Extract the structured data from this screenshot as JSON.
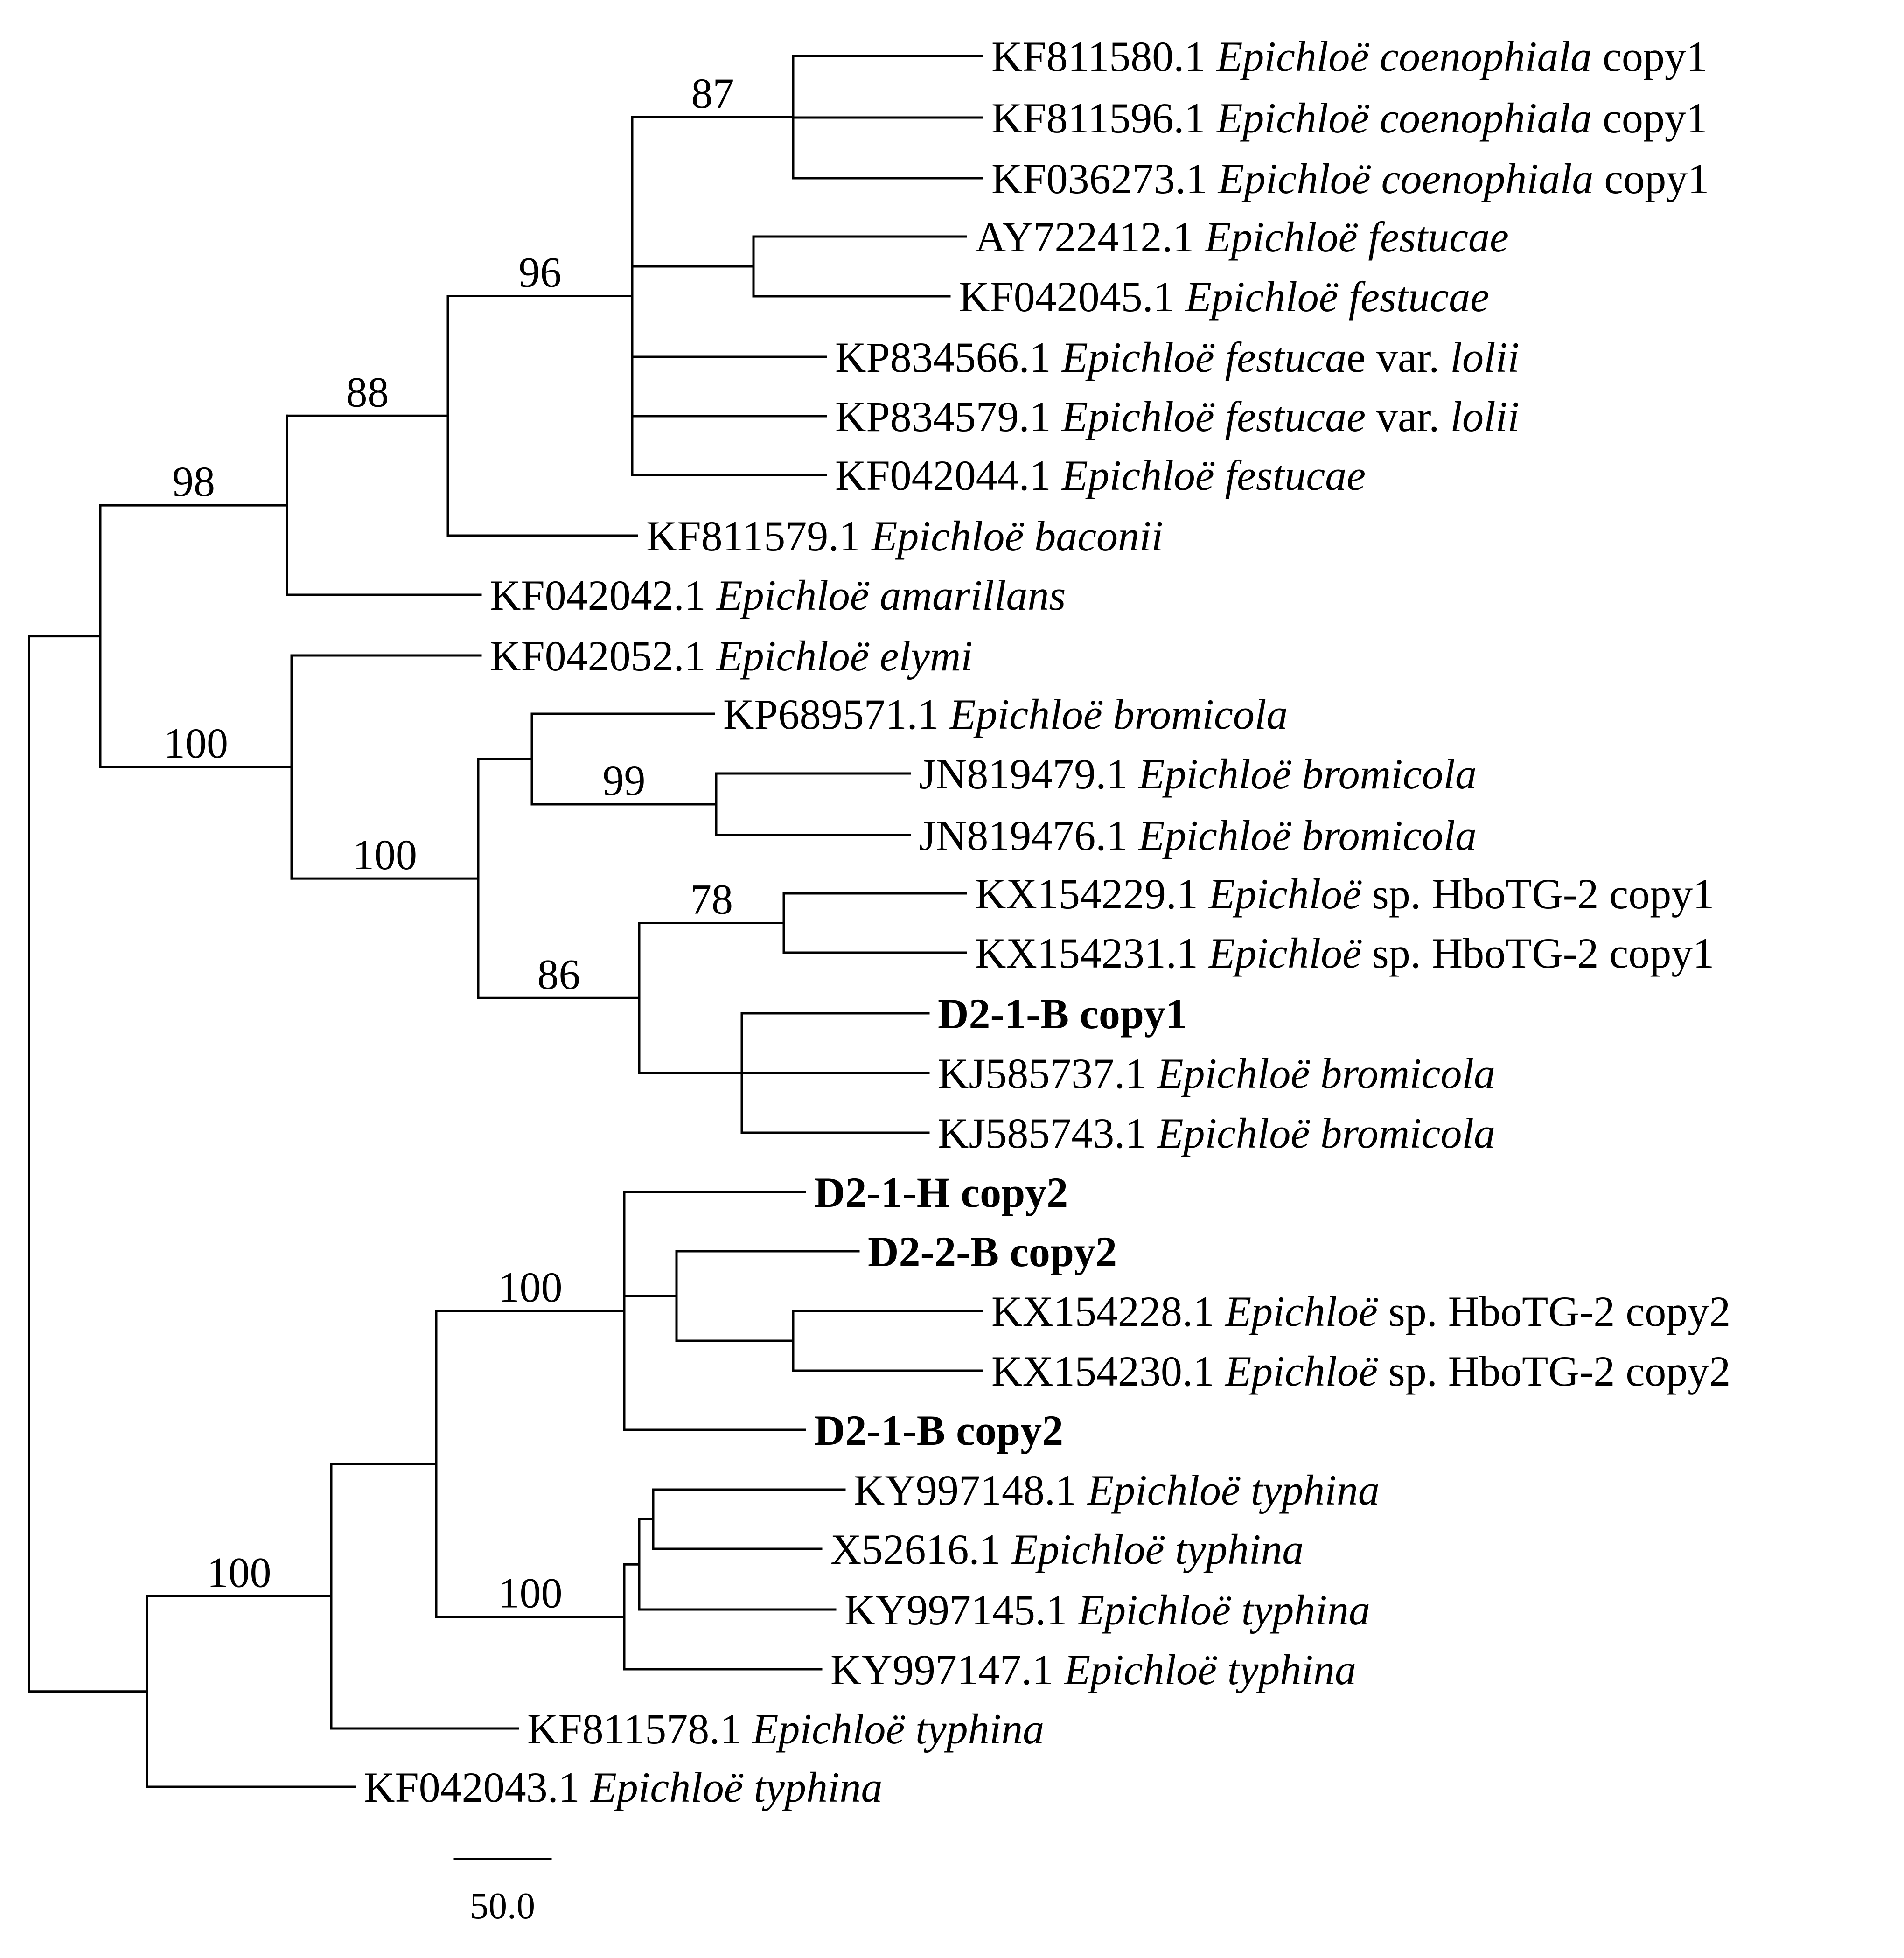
{
  "tree": {
    "leaves": [
      {
        "id": "L1",
        "parts": [
          {
            "t": "KF811580.1 "
          },
          {
            "t": "Epichloë coenophiala",
            "s": "i"
          },
          {
            "t": " copy1"
          }
        ]
      },
      {
        "id": "L2",
        "parts": [
          {
            "t": "KF811596.1 "
          },
          {
            "t": "Epichloë coenophiala",
            "s": "i"
          },
          {
            "t": " copy1"
          }
        ]
      },
      {
        "id": "L3",
        "parts": [
          {
            "t": "KF036273.1 "
          },
          {
            "t": "Epichloë coenophiala",
            "s": "i"
          },
          {
            "t": " copy1"
          }
        ]
      },
      {
        "id": "L4",
        "parts": [
          {
            "t": "AY722412.1 "
          },
          {
            "t": "Epichloë festucae",
            "s": "i"
          }
        ]
      },
      {
        "id": "L5",
        "parts": [
          {
            "t": "KF042045.1 "
          },
          {
            "t": "Epichloë festucae",
            "s": "i"
          }
        ]
      },
      {
        "id": "L6",
        "parts": [
          {
            "t": "KP834566.1 "
          },
          {
            "t": "Epichloë festuca",
            "s": "i"
          },
          {
            "t": "e var. "
          },
          {
            "t": "lolii",
            "s": "i"
          }
        ]
      },
      {
        "id": "L7",
        "parts": [
          {
            "t": "KP834579.1 "
          },
          {
            "t": "Epichloë festucae",
            "s": "i"
          },
          {
            "t": " var. "
          },
          {
            "t": "lolii",
            "s": "i"
          }
        ]
      },
      {
        "id": "L8",
        "parts": [
          {
            "t": "KF042044.1 "
          },
          {
            "t": "Epichloë festucae",
            "s": "i"
          }
        ]
      },
      {
        "id": "L9",
        "parts": [
          {
            "t": "KF811579.1 "
          },
          {
            "t": "Epichloë baconii",
            "s": "i"
          }
        ]
      },
      {
        "id": "L10",
        "parts": [
          {
            "t": "KF042042.1 "
          },
          {
            "t": "Epichloë amarillans",
            "s": "i"
          }
        ]
      },
      {
        "id": "L11",
        "parts": [
          {
            "t": "KF042052.1 "
          },
          {
            "t": "Epichloë elymi",
            "s": "i"
          }
        ]
      },
      {
        "id": "L12",
        "parts": [
          {
            "t": "KP689571.1 "
          },
          {
            "t": "Epichloë bromicola",
            "s": "i"
          }
        ]
      },
      {
        "id": "L13",
        "parts": [
          {
            "t": "JN819479.1 "
          },
          {
            "t": "Epichloë bromicola",
            "s": "i"
          }
        ]
      },
      {
        "id": "L14",
        "parts": [
          {
            "t": "JN819476.1 "
          },
          {
            "t": "Epichloë bromicola",
            "s": "i"
          }
        ]
      },
      {
        "id": "L15",
        "parts": [
          {
            "t": "KX154229.1 "
          },
          {
            "t": "Epichloë",
            "s": "i"
          },
          {
            "t": " sp. HboTG-2 copy1"
          }
        ]
      },
      {
        "id": "L16",
        "parts": [
          {
            "t": "KX154231.1 "
          },
          {
            "t": "Epichloë",
            "s": "i"
          },
          {
            "t": " sp. HboTG-2 copy1"
          }
        ]
      },
      {
        "id": "L17",
        "parts": [
          {
            "t": "D2-1-B copy1",
            "s": "b"
          }
        ]
      },
      {
        "id": "L18",
        "parts": [
          {
            "t": "KJ585737.1 "
          },
          {
            "t": "Epichloë bromicola",
            "s": "i"
          }
        ]
      },
      {
        "id": "L19",
        "parts": [
          {
            "t": "KJ585743.1 "
          },
          {
            "t": "Epichloë bromicola",
            "s": "i"
          }
        ]
      },
      {
        "id": "L20",
        "parts": [
          {
            "t": "D2-1-H copy2",
            "s": "b"
          }
        ]
      },
      {
        "id": "L21",
        "parts": [
          {
            "t": "D2-2-B copy2",
            "s": "b"
          }
        ]
      },
      {
        "id": "L22",
        "parts": [
          {
            "t": "KX154228.1 "
          },
          {
            "t": "Epichloë",
            "s": "i"
          },
          {
            "t": " sp. HboTG-2 copy2"
          }
        ]
      },
      {
        "id": "L23",
        "parts": [
          {
            "t": "KX154230.1 "
          },
          {
            "t": "Epichloë",
            "s": "i"
          },
          {
            "t": " sp. HboTG-2 copy2"
          }
        ]
      },
      {
        "id": "L24",
        "parts": [
          {
            "t": "D2-1-B copy2",
            "s": "b"
          }
        ]
      },
      {
        "id": "L25",
        "parts": [
          {
            "t": "KY997148.1 "
          },
          {
            "t": "Epichloë typhina",
            "s": "i"
          }
        ]
      },
      {
        "id": "L26",
        "parts": [
          {
            "t": "X52616.1 "
          },
          {
            "t": "Epichloë typhina",
            "s": "i"
          }
        ]
      },
      {
        "id": "L27",
        "parts": [
          {
            "t": "KY997145.1 "
          },
          {
            "t": "Epichloë typhina",
            "s": "i"
          }
        ]
      },
      {
        "id": "L28",
        "parts": [
          {
            "t": "KY997147.1 "
          },
          {
            "t": "Epichloë typhina",
            "s": "i"
          }
        ]
      },
      {
        "id": "L29",
        "parts": [
          {
            "t": "KF811578.1 "
          },
          {
            "t": "Epichloë typhina",
            "s": "i"
          }
        ]
      },
      {
        "id": "L30",
        "parts": [
          {
            "t": "KF042043.1 "
          },
          {
            "t": "Epichloë typhina",
            "s": "i"
          }
        ]
      }
    ],
    "support": [
      {
        "node": "n_coen",
        "value": "87"
      },
      {
        "node": "n_fest",
        "value": "96"
      },
      {
        "node": "n_bac",
        "value": "88"
      },
      {
        "node": "n_top",
        "value": "98"
      },
      {
        "node": "n_mid",
        "value": "100"
      },
      {
        "node": "n_brom_all",
        "value": "100"
      },
      {
        "node": "n_jn",
        "value": "99"
      },
      {
        "node": "n_kx1",
        "value": "78"
      },
      {
        "node": "n_c1",
        "value": "86"
      },
      {
        "node": "n_c2",
        "value": "100"
      },
      {
        "node": "n_typh4",
        "value": "100"
      },
      {
        "node": "n_typhall",
        "value": "100"
      }
    ],
    "scale_bar": {
      "label": "50.0"
    }
  }
}
